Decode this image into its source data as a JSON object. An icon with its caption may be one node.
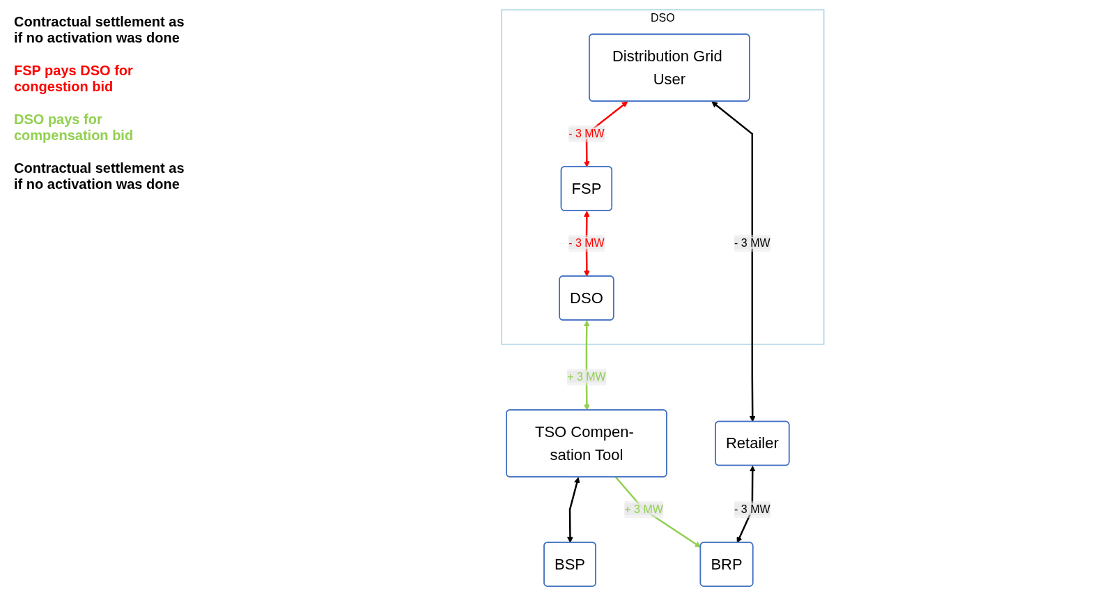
{
  "diagram": {
    "nodes": [
      {
        "text": [
          "DSO"
        ]
      },
      {
        "text": [
          "Distribution Grid User"
        ],
        "in": 0
      },
      {
        "text": [
          "FSP"
        ],
        "in": 0
      },
      {
        "text": [
          "DSO"
        ],
        "in": 0
      },
      {
        "text": [
          "TSO Compen- sation Tool"
        ]
      },
      {
        "text": [
          "BSP"
        ]
      },
      {
        "text": [
          "Retailer"
        ]
      },
      {
        "text": [
          "BRP"
        ]
      }
    ],
    "edges": [
      {
        "from": 1,
        "to": 2,
        "arrow": "both",
        "label": "- 3 MW",
        "color": "#ff0000"
      },
      {
        "from": 2,
        "to": 3,
        "arrow": "both",
        "label": "- 3 MW",
        "color": "#ff0000"
      },
      {
        "from": 3,
        "to": 4,
        "arrow": "both",
        "label": "+ 3 MW",
        "color": "#92d050"
      },
      {
        "from": 4,
        "to": 5,
        "arrow": "both"
      },
      {
        "from": 1,
        "to": 6,
        "arrow": "both",
        "label": "- 3 MW"
      },
      {
        "from": 6,
        "to": 7,
        "arrow": "both",
        "label": "- 3 MW"
      },
      {
        "from": 4,
        "to": 7,
        "arrow": "to",
        "label": "+ 3 MW",
        "color": "#92d050"
      }
    ],
    "labels": [
      "Contractual settlement as if no activation was done",
      "FSP pays DSO for congestion bid",
      "DSO pays for compensation bid",
      "Contractual settlement as if no activation was done"
    ]
  }
}
